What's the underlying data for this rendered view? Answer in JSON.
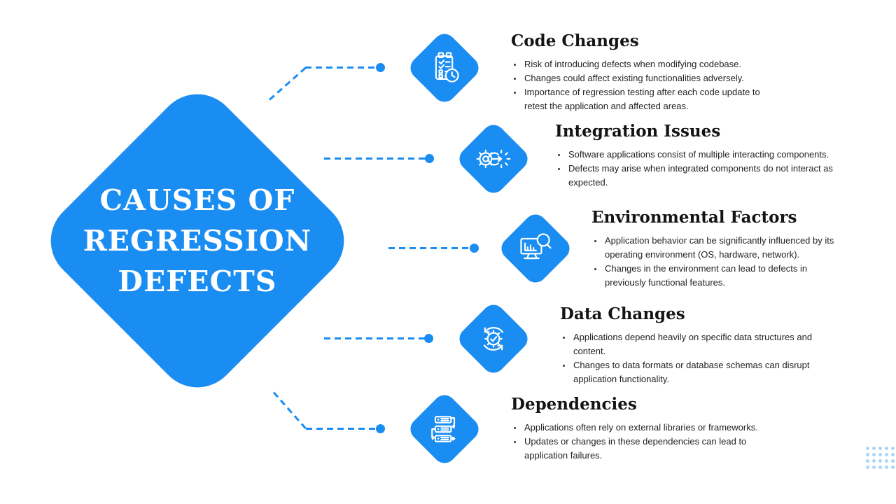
{
  "colors": {
    "primary_blue": "#1a8df2",
    "light_dot_blue": "#aad4f8",
    "heading_text": "#141414",
    "body_text": "#222222",
    "background": "#ffffff",
    "diamond_title_text": "#ffffff"
  },
  "center": {
    "title": "CAUSES OF REGRESSION DEFECTS",
    "title_lines": [
      "CAUSES OF",
      "REGRESSION",
      "DEFECTS"
    ]
  },
  "sections": [
    {
      "title": "Code Changes",
      "icon": "clipboard-checklist-clock-icon",
      "bullets": [
        "Risk of introducing defects when modifying codebase.",
        "Changes could affect existing functionalities adversely.",
        "Importance of regression testing after each code update to retest the application and affected areas."
      ]
    },
    {
      "title": "Integration Issues",
      "icon": "gears-arrow-icon",
      "bullets": [
        "Software applications consist of multiple interacting components.",
        "Defects may arise when integrated components do not interact as expected."
      ]
    },
    {
      "title": "Environmental Factors",
      "icon": "monitor-chart-magnifier-icon",
      "bullets": [
        "Application behavior can be significantly influenced by its operating environment (OS, hardware, network).",
        "Changes in the environment can lead to defects in previously functional features."
      ]
    },
    {
      "title": "Data Changes",
      "icon": "sync-gear-check-icon",
      "bullets": [
        "Applications depend heavily on specific data structures and content.",
        "Changes to data formats or database schemas can disrupt application functionality."
      ]
    },
    {
      "title": "Dependencies",
      "icon": "server-stack-arrows-icon",
      "bullets": [
        "Applications often rely on external libraries or frameworks.",
        "Updates or changes in these dependencies can lead to application failures."
      ]
    }
  ]
}
